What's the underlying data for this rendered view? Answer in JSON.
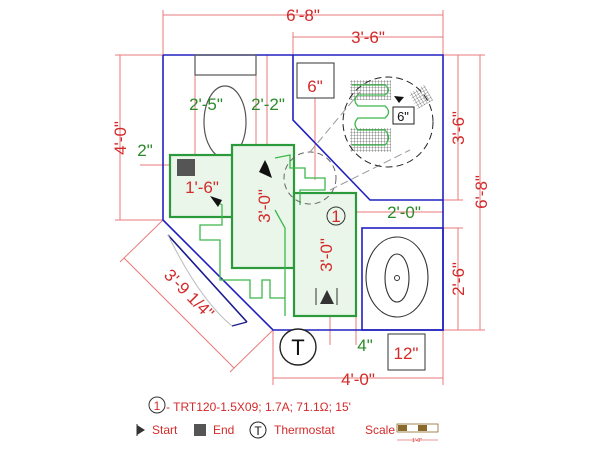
{
  "dimensions": {
    "overall_width": "6'-8\"",
    "shower_width": "3'-6\"",
    "right_upper": "3'-6\"",
    "overall_depth": "6'-8\"",
    "vanity_depth": "2'-6\"",
    "left_height": "4'-0\"",
    "bottom_width": "4'-0\"",
    "diagonal": "3'-9 1/4\"",
    "toilet_left": "2'-5\"",
    "toilet_right": "2'-2\"",
    "left_offset": "2\"",
    "vanity_gap": "2'-0\"",
    "bottom_offset": "4\"",
    "wall_clearance": "6\"",
    "detail_spacing": "6\"",
    "thermostat_offset": "12\""
  },
  "mats": [
    {
      "label": "1'-6\""
    },
    {
      "label": "3'-0\""
    },
    {
      "label": "3'-0\""
    }
  ],
  "circuit_marker": "1",
  "thermostat_symbol": "T",
  "legend": {
    "cable_number": "1",
    "cable_spec": " - TRT120-1.5X09; 1.7A; 71.1Ω; 15'",
    "start_label": "Start",
    "end_label": "End",
    "thermostat_symbol": "T",
    "thermostat_label": "Thermostat",
    "scale_label": "Scale",
    "scale_value": "1'-0\""
  },
  "colors": {
    "wall": "#2020c0",
    "mat": "#2a9a3a",
    "dimension": "#d42a2a"
  }
}
